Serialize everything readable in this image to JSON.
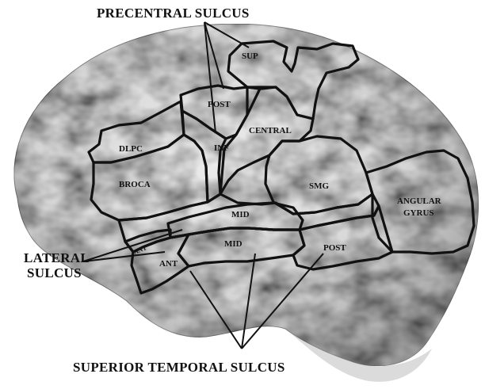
{
  "callouts": {
    "precentral_sulcus": "PRECENTRAL SULCUS",
    "lateral_sulcus_line1": "LATERAL",
    "lateral_sulcus_line2": "SULCUS",
    "superior_temporal_sulcus": "SUPERIOR TEMPORAL SULCUS"
  },
  "regions": {
    "sup": "SUP",
    "post_precentral": "POST",
    "central": "CENTRAL",
    "inf": "INF",
    "dlpc": "DLPC",
    "broca": "BROCA",
    "smg": "SMG",
    "angular_line1": "ANGULAR",
    "angular_line2": "GYRUS",
    "mid_upper": "MID",
    "mid_lower": "MID",
    "ant_lateral": "ANT",
    "ant_temporal": "ANT",
    "post_temporal": "POST"
  },
  "colors": {
    "outline": "#111111",
    "brain_fill": "#d9d9d9",
    "brain_shade": "#a6a6a6"
  }
}
